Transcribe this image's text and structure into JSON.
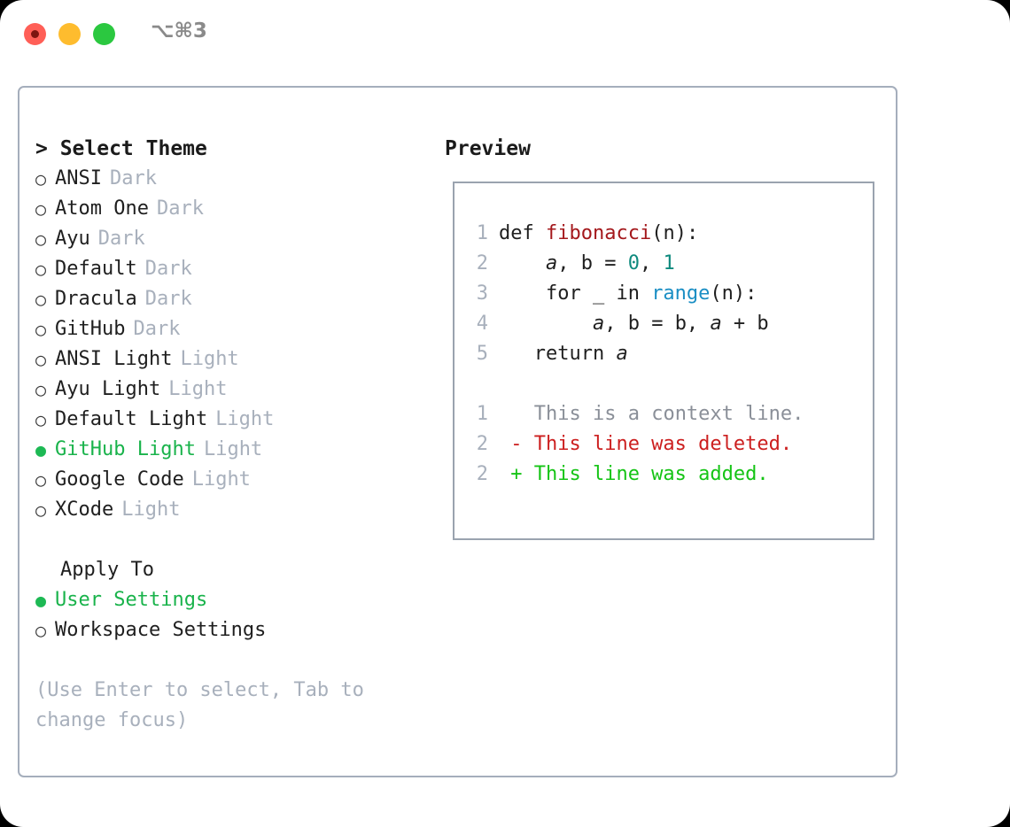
{
  "window": {
    "title_shortcut": "⌥⌘3",
    "traffic_lights": [
      {
        "name": "close",
        "color": "#ff5f57"
      },
      {
        "name": "minimize",
        "color": "#febc2e"
      },
      {
        "name": "maximize",
        "color": "#2bc840"
      }
    ]
  },
  "left": {
    "header": "> Select Theme",
    "themes": [
      {
        "marker": "○",
        "name": "ANSI",
        "tag": "Dark",
        "selected": false
      },
      {
        "marker": "○",
        "name": "Atom One",
        "tag": "Dark",
        "selected": false
      },
      {
        "marker": "○",
        "name": "Ayu",
        "tag": "Dark",
        "selected": false
      },
      {
        "marker": "○",
        "name": "Default",
        "tag": "Dark",
        "selected": false
      },
      {
        "marker": "○",
        "name": "Dracula",
        "tag": "Dark",
        "selected": false
      },
      {
        "marker": "○",
        "name": "GitHub",
        "tag": "Dark",
        "selected": false
      },
      {
        "marker": "○",
        "name": "ANSI Light",
        "tag": "Light",
        "selected": false
      },
      {
        "marker": "○",
        "name": "Ayu Light",
        "tag": "Light",
        "selected": false
      },
      {
        "marker": "○",
        "name": "Default Light",
        "tag": "Light",
        "selected": false
      },
      {
        "marker": "●",
        "name": "GitHub Light",
        "tag": "Light",
        "selected": true
      },
      {
        "marker": "○",
        "name": "Google Code",
        "tag": "Light",
        "selected": false
      },
      {
        "marker": "○",
        "name": "XCode",
        "tag": "Light",
        "selected": false
      }
    ],
    "apply_to": {
      "header": "Apply To",
      "options": [
        {
          "marker": "●",
          "label": "User Settings",
          "selected": true
        },
        {
          "marker": "○",
          "label": "Workspace Settings",
          "selected": false
        }
      ]
    },
    "hint": "(Use Enter to select, Tab to change focus)"
  },
  "right": {
    "header": "Preview",
    "code_lines": [
      {
        "num": "1",
        "tokens": [
          {
            "t": "def ",
            "c": "plain"
          },
          {
            "t": "fibonacci",
            "c": "fn"
          },
          {
            "t": "(n):",
            "c": "plain"
          }
        ]
      },
      {
        "num": "2",
        "tokens": [
          {
            "t": "    ",
            "c": "plain"
          },
          {
            "t": "a",
            "c": "var"
          },
          {
            "t": ", ",
            "c": "plain"
          },
          {
            "t": "b",
            "c": "plain"
          },
          {
            "t": " = ",
            "c": "plain"
          },
          {
            "t": "0",
            "c": "num"
          },
          {
            "t": ", ",
            "c": "plain"
          },
          {
            "t": "1",
            "c": "num"
          }
        ]
      },
      {
        "num": "3",
        "tokens": [
          {
            "t": "    for _ in ",
            "c": "plain"
          },
          {
            "t": "range",
            "c": "builtin"
          },
          {
            "t": "(n):",
            "c": "plain"
          }
        ]
      },
      {
        "num": "4",
        "tokens": [
          {
            "t": "        ",
            "c": "plain"
          },
          {
            "t": "a",
            "c": "var"
          },
          {
            "t": ", b = b, ",
            "c": "plain"
          },
          {
            "t": "a",
            "c": "var"
          },
          {
            "t": " + b",
            "c": "plain"
          }
        ]
      },
      {
        "num": "5",
        "tokens": [
          {
            "t": "   return ",
            "c": "plain"
          },
          {
            "t": "a",
            "c": "var"
          }
        ]
      }
    ],
    "diff_lines": [
      {
        "num": "1",
        "tokens": [
          {
            "t": "   This is ",
            "c": "ctx"
          },
          {
            "t": "a",
            "c": "ctx"
          },
          {
            "t": " context line.",
            "c": "ctx"
          }
        ]
      },
      {
        "num": "2",
        "tokens": [
          {
            "t": " - This line was deleted.",
            "c": "del"
          }
        ]
      },
      {
        "num": "2",
        "tokens": [
          {
            "t": " + This line was added.",
            "c": "add"
          }
        ]
      }
    ]
  },
  "colors": {
    "accent_green": "#19b34b",
    "muted": "#a8b0bc",
    "border": "#a5aebc",
    "preview_border": "#9aa3af",
    "fn_red": "#a4181c",
    "number_teal": "#0f8a7e",
    "builtin_blue": "#1a8ec4",
    "diff_delete": "#cc1f1f",
    "diff_add": "#15c415"
  }
}
